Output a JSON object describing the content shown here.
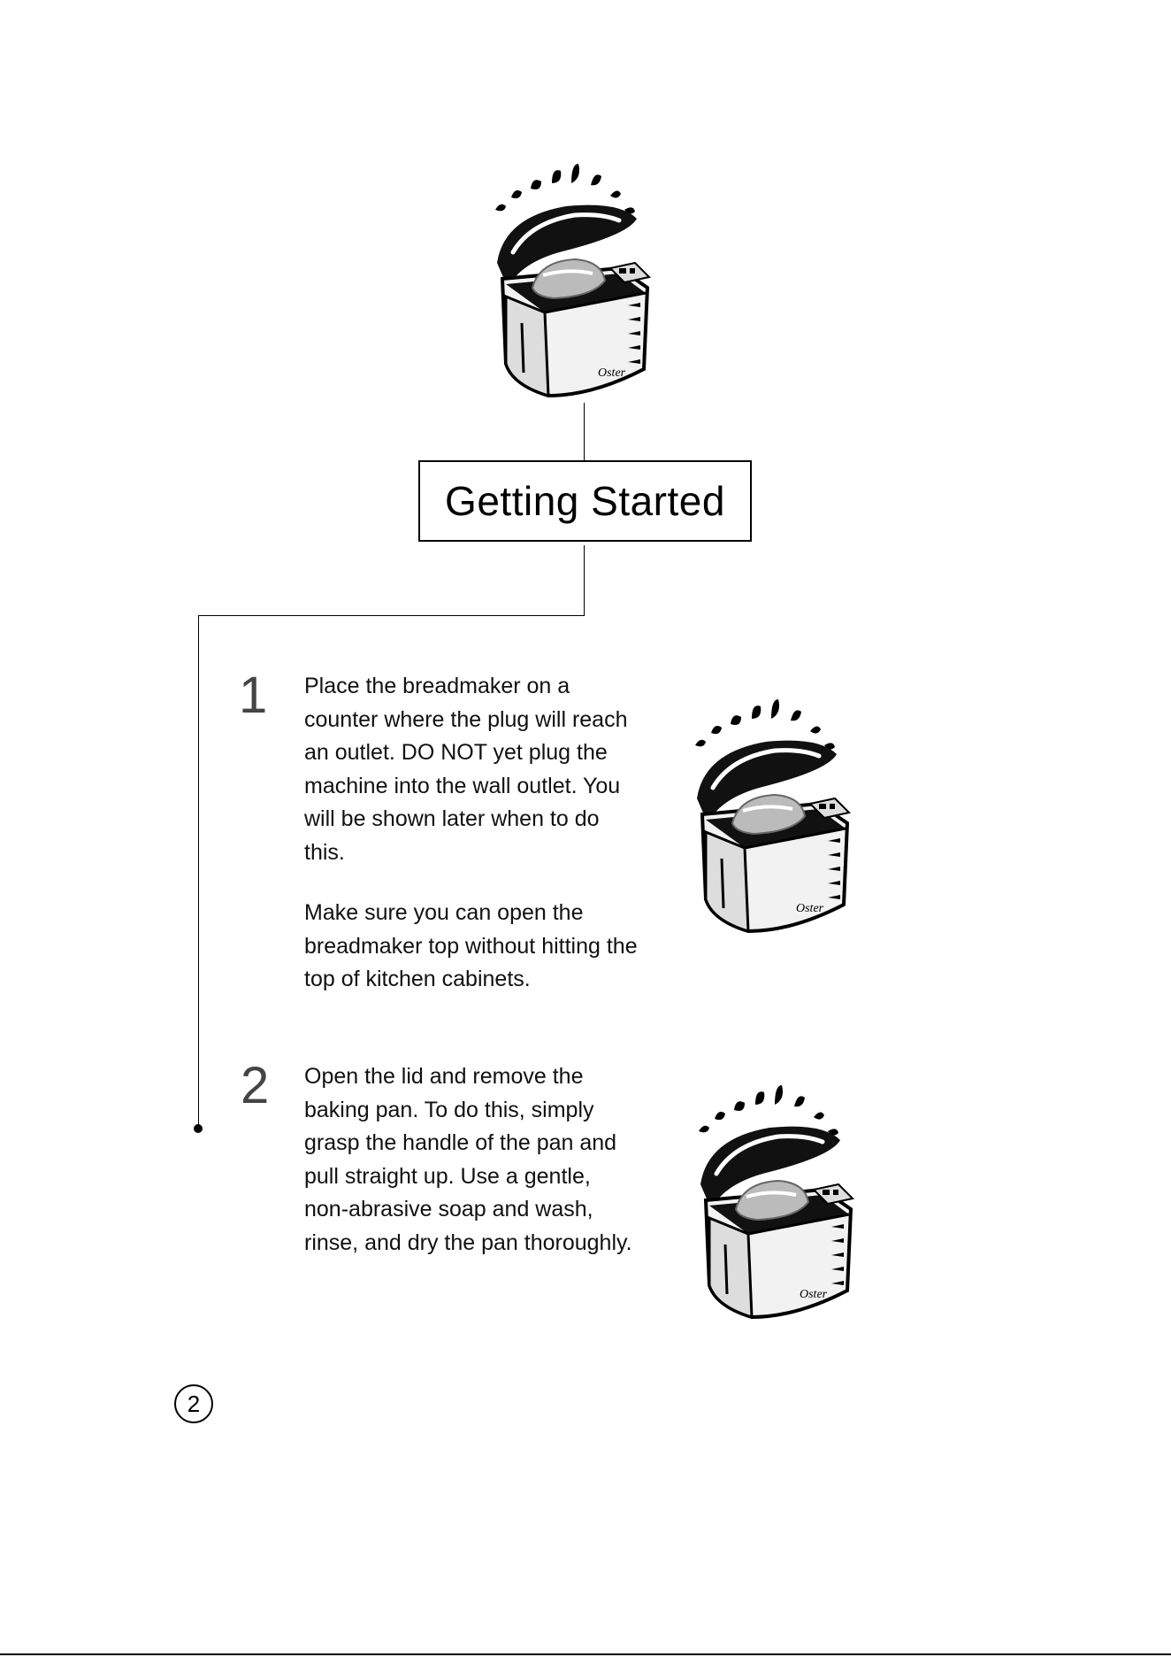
{
  "title": "Getting Started",
  "steps": [
    {
      "number": "1",
      "paragraphs": [
        "Place the breadmaker on a counter where the plug will reach an outlet. DO NOT yet plug the machine into the wall outlet. You will be shown later when to do this.",
        "Make sure you can open the breadmaker top without hitting the top of kitchen cabinets."
      ]
    },
    {
      "number": "2",
      "paragraphs": [
        "Open the lid and remove the baking pan. To do this, simply grasp the handle of the pan and pull straight up. Use a gentle, non-abrasive soap and wash, rinse, and dry the pan thoroughly."
      ]
    }
  ],
  "illustration_brand": "Oster",
  "page_number": "2"
}
